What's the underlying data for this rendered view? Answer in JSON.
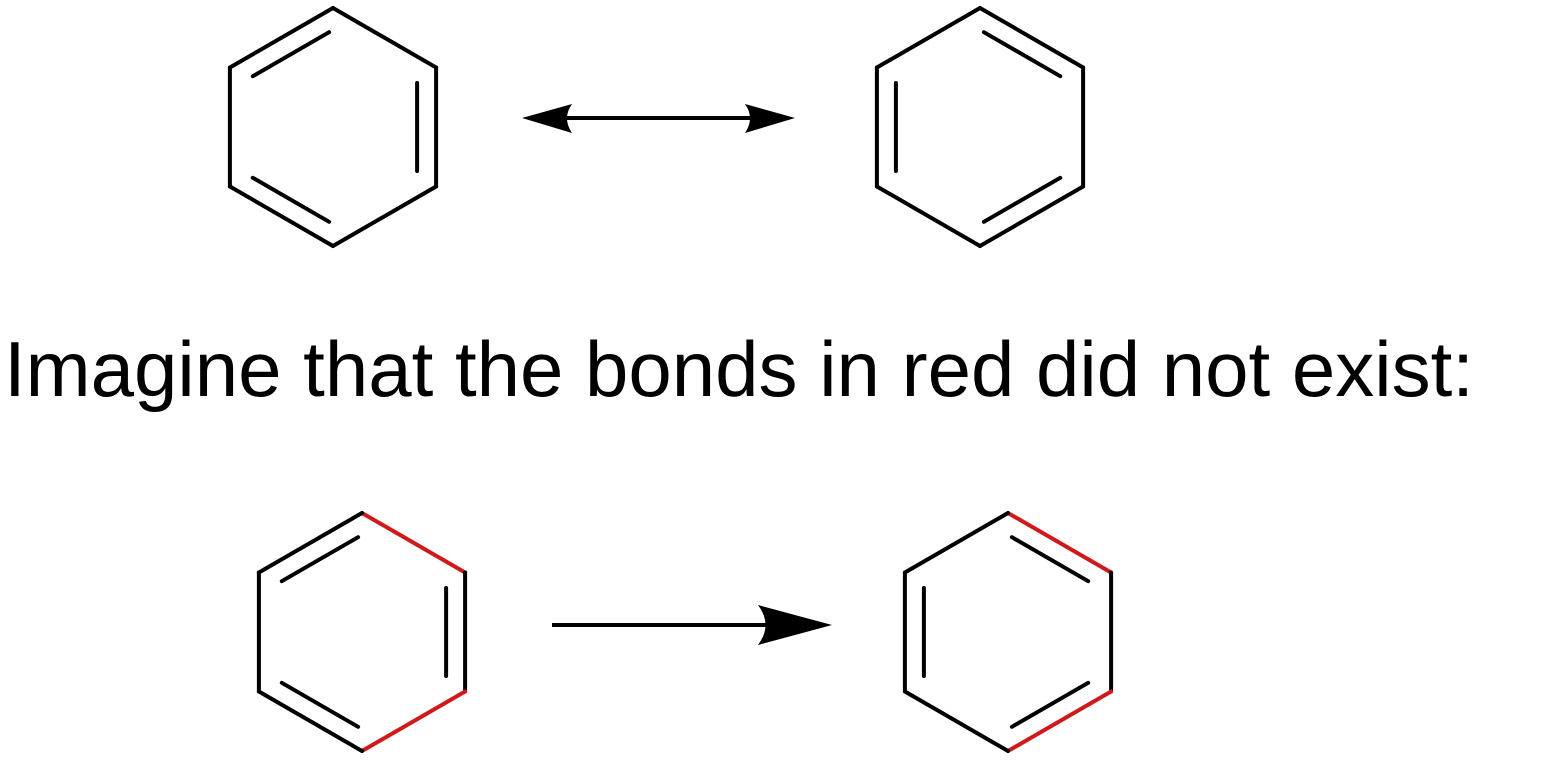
{
  "caption": "Imagine that the bonds in red did not exist:",
  "colors": {
    "bond": "#000000",
    "highlight": "#d0191b",
    "background": "#ffffff"
  },
  "structures": [
    {
      "name": "benzene-kekule-a",
      "row": "top",
      "double_bonds": [
        "top-left",
        "right",
        "bottom-left"
      ],
      "red_bonds": []
    },
    {
      "name": "benzene-kekule-b",
      "row": "top",
      "double_bonds": [
        "top-right",
        "left",
        "bottom-right"
      ],
      "red_bonds": []
    },
    {
      "name": "benzene-kekule-a-highlighted",
      "row": "bottom",
      "double_bonds": [
        "top-left",
        "right",
        "bottom-left"
      ],
      "red_bonds": [
        "top-right",
        "bottom-right"
      ]
    },
    {
      "name": "benzene-kekule-b-highlighted",
      "row": "bottom",
      "double_bonds": [
        "top-right",
        "left",
        "bottom-right"
      ],
      "red_bonds": [
        "top-right",
        "bottom-right"
      ]
    }
  ],
  "arrows": [
    {
      "name": "resonance-arrow",
      "type": "double-headed"
    },
    {
      "name": "reaction-arrow",
      "type": "single-headed"
    }
  ]
}
